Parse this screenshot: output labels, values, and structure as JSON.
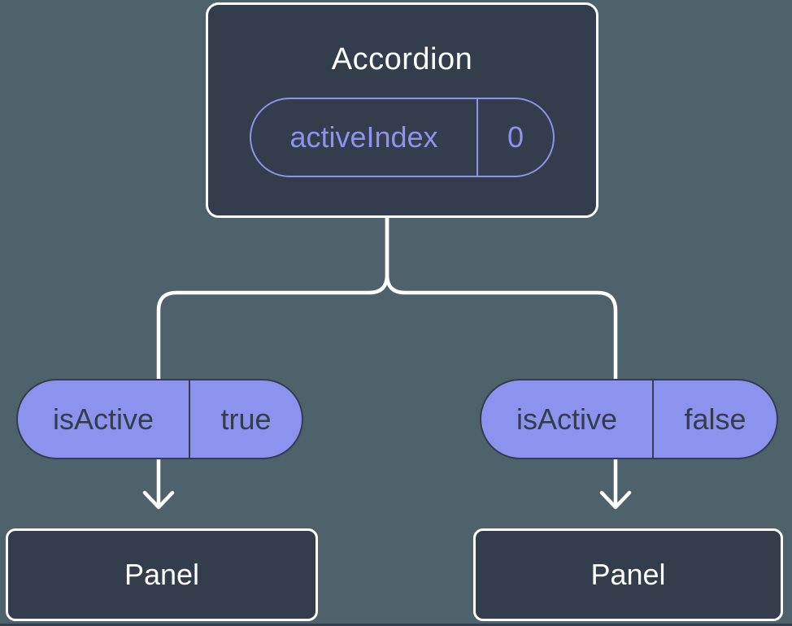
{
  "colors": {
    "background": "#4d626b",
    "node_fill": "#343d4b",
    "accent_purple": "#8b93ee",
    "line_white": "#ffffff"
  },
  "tree": {
    "root": {
      "title": "Accordion",
      "state": {
        "name": "activeIndex",
        "value": "0"
      }
    },
    "children": [
      {
        "prop": {
          "name": "isActive",
          "value": "true"
        },
        "component": "Panel"
      },
      {
        "prop": {
          "name": "isActive",
          "value": "false"
        },
        "component": "Panel"
      }
    ]
  }
}
